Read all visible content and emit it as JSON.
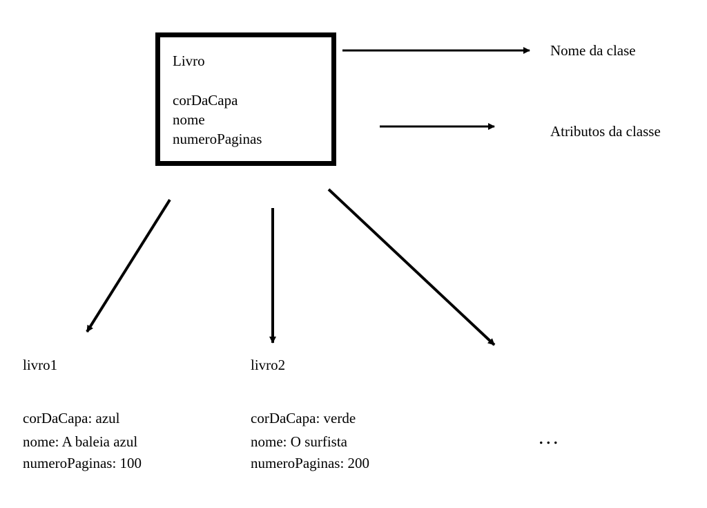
{
  "class_box": {
    "name": "Livro",
    "attributes": [
      "corDaCapa",
      "nome",
      "numeroPaginas"
    ]
  },
  "callouts": {
    "class_name_label": "Nome da clase",
    "attributes_label": "Atributos da classe"
  },
  "objects": [
    {
      "name": "livro1",
      "fields": [
        "corDaCapa: azul",
        "nome: A baleia azul",
        "numeroPaginas: 100"
      ]
    },
    {
      "name": "livro2",
      "fields": [
        "corDaCapa: verde",
        "nome: O surfista",
        "numeroPaginas: 200"
      ]
    }
  ],
  "more_indicator": "...",
  "colors": {
    "stroke": "#000000",
    "background": "#ffffff"
  }
}
